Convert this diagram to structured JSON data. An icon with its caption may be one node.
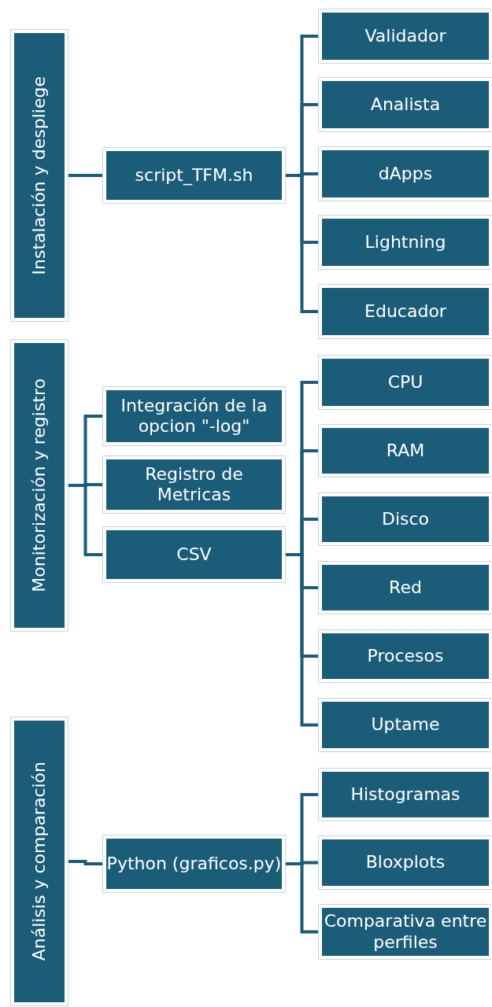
{
  "diagram": {
    "nodes": [
      {
        "text": [
          "Instalación y despliege"
        ]
      },
      {
        "text": [
          "script_TFM.sh"
        ]
      },
      {
        "text": [
          "Validador"
        ]
      },
      {
        "text": [
          "Analista"
        ]
      },
      {
        "text": [
          "dApps"
        ]
      },
      {
        "text": [
          "Lightning"
        ]
      },
      {
        "text": [
          "Educador"
        ]
      },
      {
        "text": [
          "Monitorización y registro"
        ]
      },
      {
        "text": [
          "Integración de la opcion \"-log\""
        ]
      },
      {
        "text": [
          "Registro de Metricas"
        ]
      },
      {
        "text": [
          "CSV"
        ]
      },
      {
        "text": [
          "CPU"
        ]
      },
      {
        "text": [
          "RAM"
        ]
      },
      {
        "text": [
          "Disco"
        ]
      },
      {
        "text": [
          "Red"
        ]
      },
      {
        "text": [
          "Procesos"
        ]
      },
      {
        "text": [
          "Uptame"
        ]
      },
      {
        "text": [
          "Análisis y comparación"
        ]
      },
      {
        "text": [
          "Python (graficos.py)"
        ]
      },
      {
        "text": [
          "Histogramas"
        ]
      },
      {
        "text": [
          "Bloxplots"
        ]
      },
      {
        "text": [
          "Comparativa entre perfiles"
        ]
      }
    ],
    "edges": [
      {
        "from": 0,
        "to": 1,
        "arrow": "none"
      },
      {
        "from": 1,
        "to": 2,
        "arrow": "none"
      },
      {
        "from": 1,
        "to": 3,
        "arrow": "none"
      },
      {
        "from": 1,
        "to": 4,
        "arrow": "none"
      },
      {
        "from": 1,
        "to": 5,
        "arrow": "none"
      },
      {
        "from": 1,
        "to": 6,
        "arrow": "none"
      },
      {
        "from": 7,
        "to": 8,
        "arrow": "none"
      },
      {
        "from": 7,
        "to": 9,
        "arrow": "none"
      },
      {
        "from": 7,
        "to": 10,
        "arrow": "none"
      },
      {
        "from": 10,
        "to": 11,
        "arrow": "none"
      },
      {
        "from": 10,
        "to": 12,
        "arrow": "none"
      },
      {
        "from": 10,
        "to": 13,
        "arrow": "none"
      },
      {
        "from": 10,
        "to": 14,
        "arrow": "none"
      },
      {
        "from": 10,
        "to": 15,
        "arrow": "none"
      },
      {
        "from": 10,
        "to": 16,
        "arrow": "none"
      },
      {
        "from": 17,
        "to": 18,
        "arrow": "none"
      },
      {
        "from": 18,
        "to": 19,
        "arrow": "none"
      },
      {
        "from": 18,
        "to": 20,
        "arrow": "none"
      },
      {
        "from": 18,
        "to": 21,
        "arrow": "none"
      }
    ]
  }
}
